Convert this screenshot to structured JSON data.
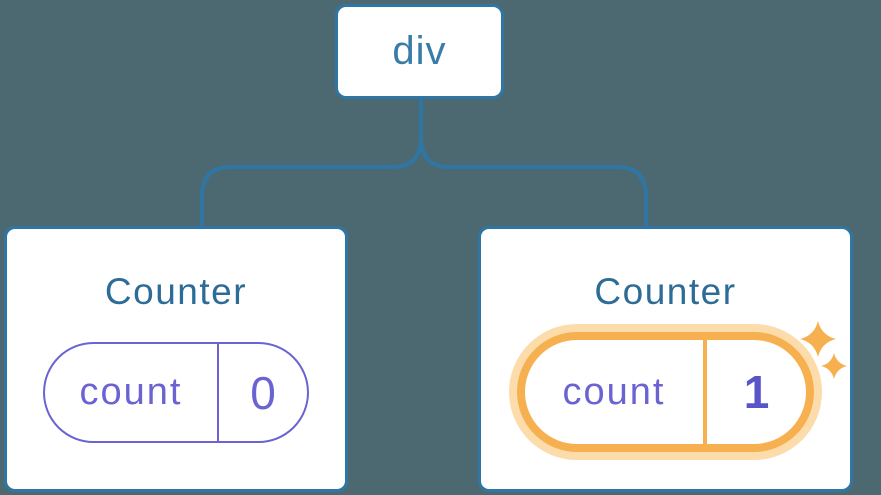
{
  "colors": {
    "background": "#4c6972",
    "line": "#2f76a4",
    "node_text": "#3a7ca8",
    "title_text": "#2d6c96",
    "purple": "#6b63d2",
    "purple_bold": "#5a54c9",
    "orange": "#f7b050",
    "orange_glow": "#fcdcab",
    "card_bg": "#ffffff"
  },
  "tree": {
    "root_label": "div",
    "children": [
      {
        "title": "Counter",
        "state_label": "count",
        "state_value": "0",
        "highlighted": false
      },
      {
        "title": "Counter",
        "state_label": "count",
        "state_value": "1",
        "highlighted": true
      }
    ]
  },
  "icons": {
    "sparkles": "sparkles-icon"
  }
}
